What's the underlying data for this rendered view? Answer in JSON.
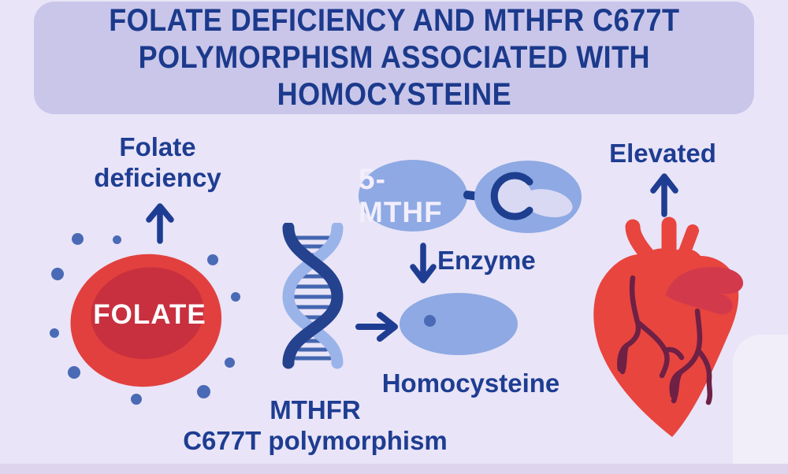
{
  "title": {
    "lines": [
      "FOLATE DEFICIENCY AND MTHFR C677T",
      "POLYMORPHISM ASSOCIATED WITH",
      "HOMOCYSTEINE"
    ]
  },
  "left": {
    "deficiency_label_lines": [
      "Folate",
      "deficiency"
    ],
    "blob_label": "FOLATE"
  },
  "middle": {
    "mthf_label": "5-MTHF",
    "enzyme_label": "Enzyme",
    "homocysteine_label": "Homocysteine",
    "gene_label_lines": [
      "MTHFR",
      "C677T polymorphism"
    ]
  },
  "right": {
    "elevated_label": "Elevated"
  },
  "icons": [
    "up-arrow-icon",
    "right-arrow-icon",
    "down-arrow-icon",
    "folate-cell-icon",
    "folate-dot-icon",
    "dna-helix-icon",
    "enzyme-icon",
    "homocysteine-molecule-icon",
    "heart-icon"
  ],
  "colors": {
    "background": "#e9e4f7",
    "banner": "#c9c6ea",
    "navy_text": "#1e3d92",
    "title_navy": "#1c3a8c",
    "cell_red": "#e2403e",
    "cell_dark_red": "#c8303f",
    "dot_blue": "#4a6ab6",
    "oval_blue": "#8ea9e3",
    "oval_inner_light": "#d9d9f4",
    "dna_dark": "#24428e",
    "dna_light": "#9ab4ea",
    "dna_rung": "#4466b0",
    "heart_red": "#e8453f",
    "heart_dark_red": "#d23a4c",
    "vein_maroon": "#6e2045",
    "bottom_strip": "#ded4ec"
  }
}
